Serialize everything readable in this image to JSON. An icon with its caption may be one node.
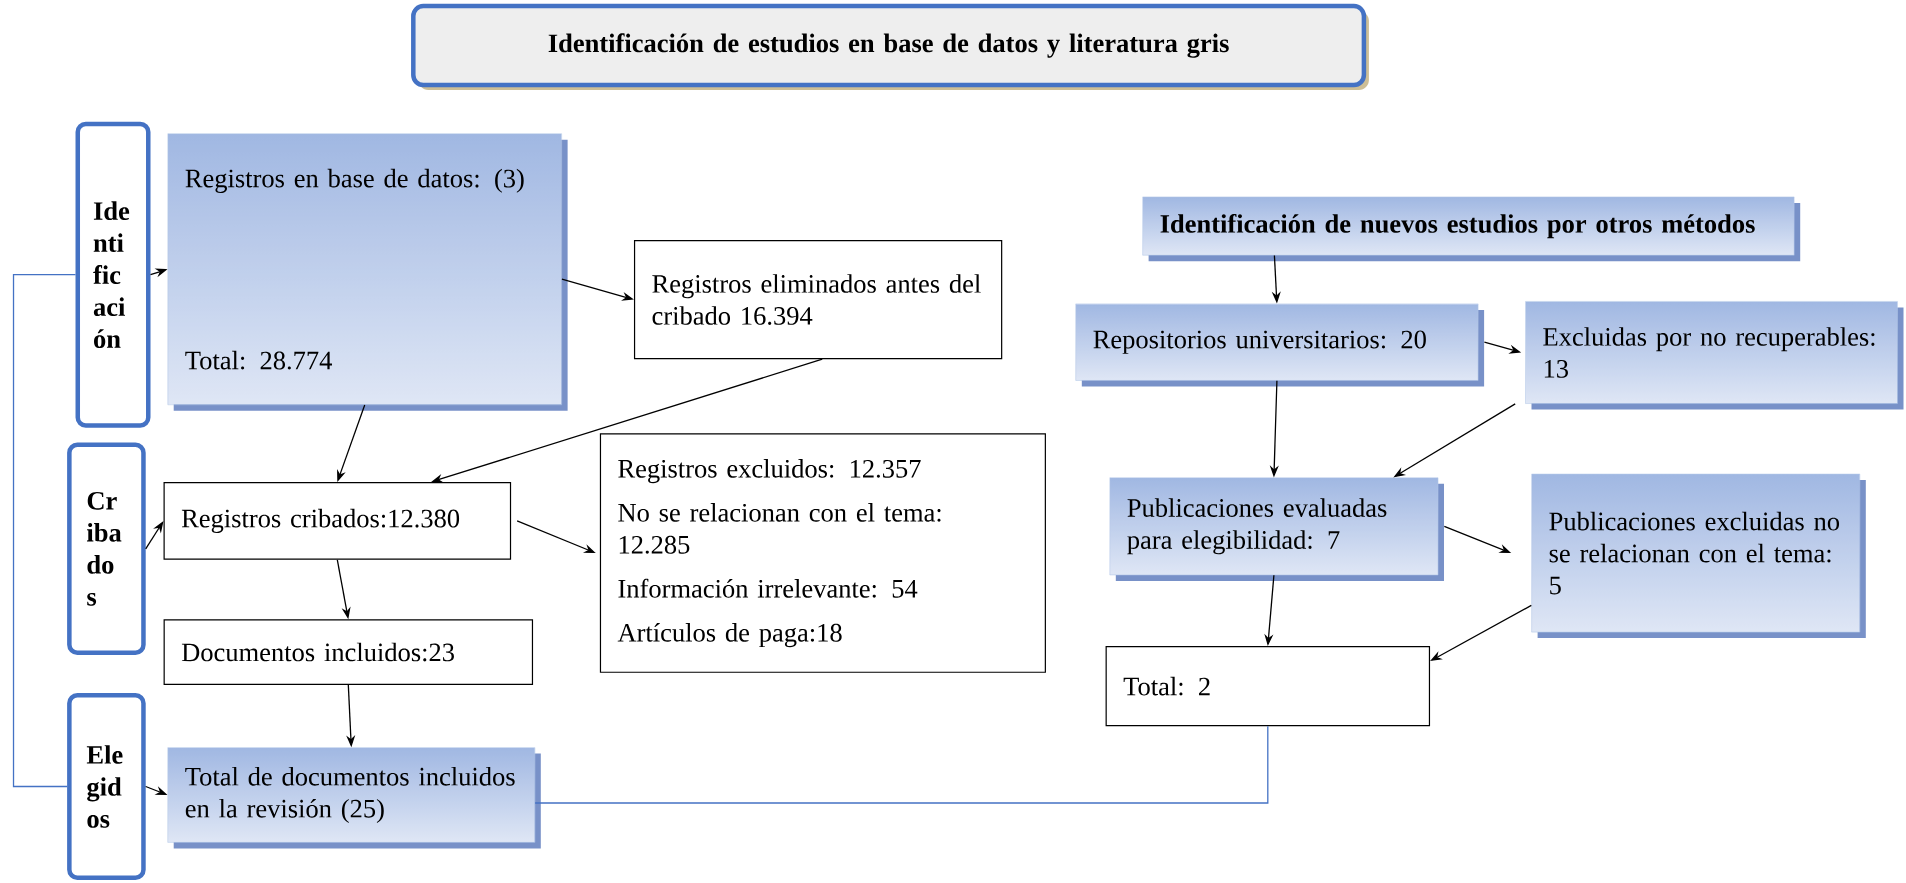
{
  "diagram": {
    "nodes": [
      {
        "text": [
          "Identificación de estudios en base de datos y literatura gris"
        ]
      },
      {
        "text": [
          "Ide nti fic aci ón"
        ]
      },
      {
        "text": [
          "Registros en base de datos: (3)",
          "Total: 28.774"
        ]
      },
      {
        "text": [
          "Registros eliminados antes del cribado 16.394"
        ]
      },
      {
        "text": [
          "Cr iba do s"
        ]
      },
      {
        "text": [
          "Registros cribados:12.380"
        ]
      },
      {
        "text": [
          "Registros excluidos: 12.357",
          "No se relacionan con el tema: 12.285",
          "Información irrelevante: 54",
          "Artículos de paga:18"
        ]
      },
      {
        "text": [
          "Documentos incluidos:23"
        ]
      },
      {
        "text": [
          "Ele gid os"
        ]
      },
      {
        "text": [
          "Total de documentos incluidos en la revisión (25)"
        ]
      },
      {
        "text": [
          "Identificación de nuevos estudios por otros métodos"
        ]
      },
      {
        "text": [
          "Repositorios universitarios: 20"
        ]
      },
      {
        "text": [
          "Excluidas por no recuperables: 13"
        ]
      },
      {
        "text": [
          "Publicaciones evaluadas para elegibilidad: 7"
        ]
      },
      {
        "text": [
          "Publicaciones excluidas no se relacionan con el tema: 5"
        ]
      },
      {
        "text": [
          "Total: 2"
        ]
      }
    ],
    "edges": [
      {
        "from": 1,
        "to": 2,
        "arrow": "to"
      },
      {
        "from": 2,
        "to": 3,
        "arrow": "to"
      },
      {
        "from": 2,
        "to": 5,
        "arrow": "to"
      },
      {
        "from": 3,
        "to": 5,
        "arrow": "to"
      },
      {
        "from": 4,
        "to": 5,
        "arrow": "to"
      },
      {
        "from": 5,
        "to": 6,
        "arrow": "to"
      },
      {
        "from": 5,
        "to": 7,
        "arrow": "to"
      },
      {
        "from": 7,
        "to": 9,
        "arrow": "to"
      },
      {
        "from": 8,
        "to": 9,
        "arrow": "to"
      },
      {
        "from": 10,
        "to": 11,
        "arrow": "to"
      },
      {
        "from": 11,
        "to": 12,
        "arrow": "to"
      },
      {
        "from": 11,
        "to": 13,
        "arrow": "to"
      },
      {
        "from": 12,
        "to": 13,
        "arrow": "to"
      },
      {
        "from": 13,
        "to": 14,
        "arrow": "to"
      },
      {
        "from": 13,
        "to": 15,
        "arrow": "to"
      },
      {
        "from": 14,
        "to": 15,
        "arrow": "to"
      },
      {
        "from": 1,
        "to": 8,
        "arrow": "none",
        "color": "#4472c4"
      },
      {
        "from": 15,
        "to": 9,
        "arrow": "none",
        "color": "#4472c4"
      }
    ]
  }
}
